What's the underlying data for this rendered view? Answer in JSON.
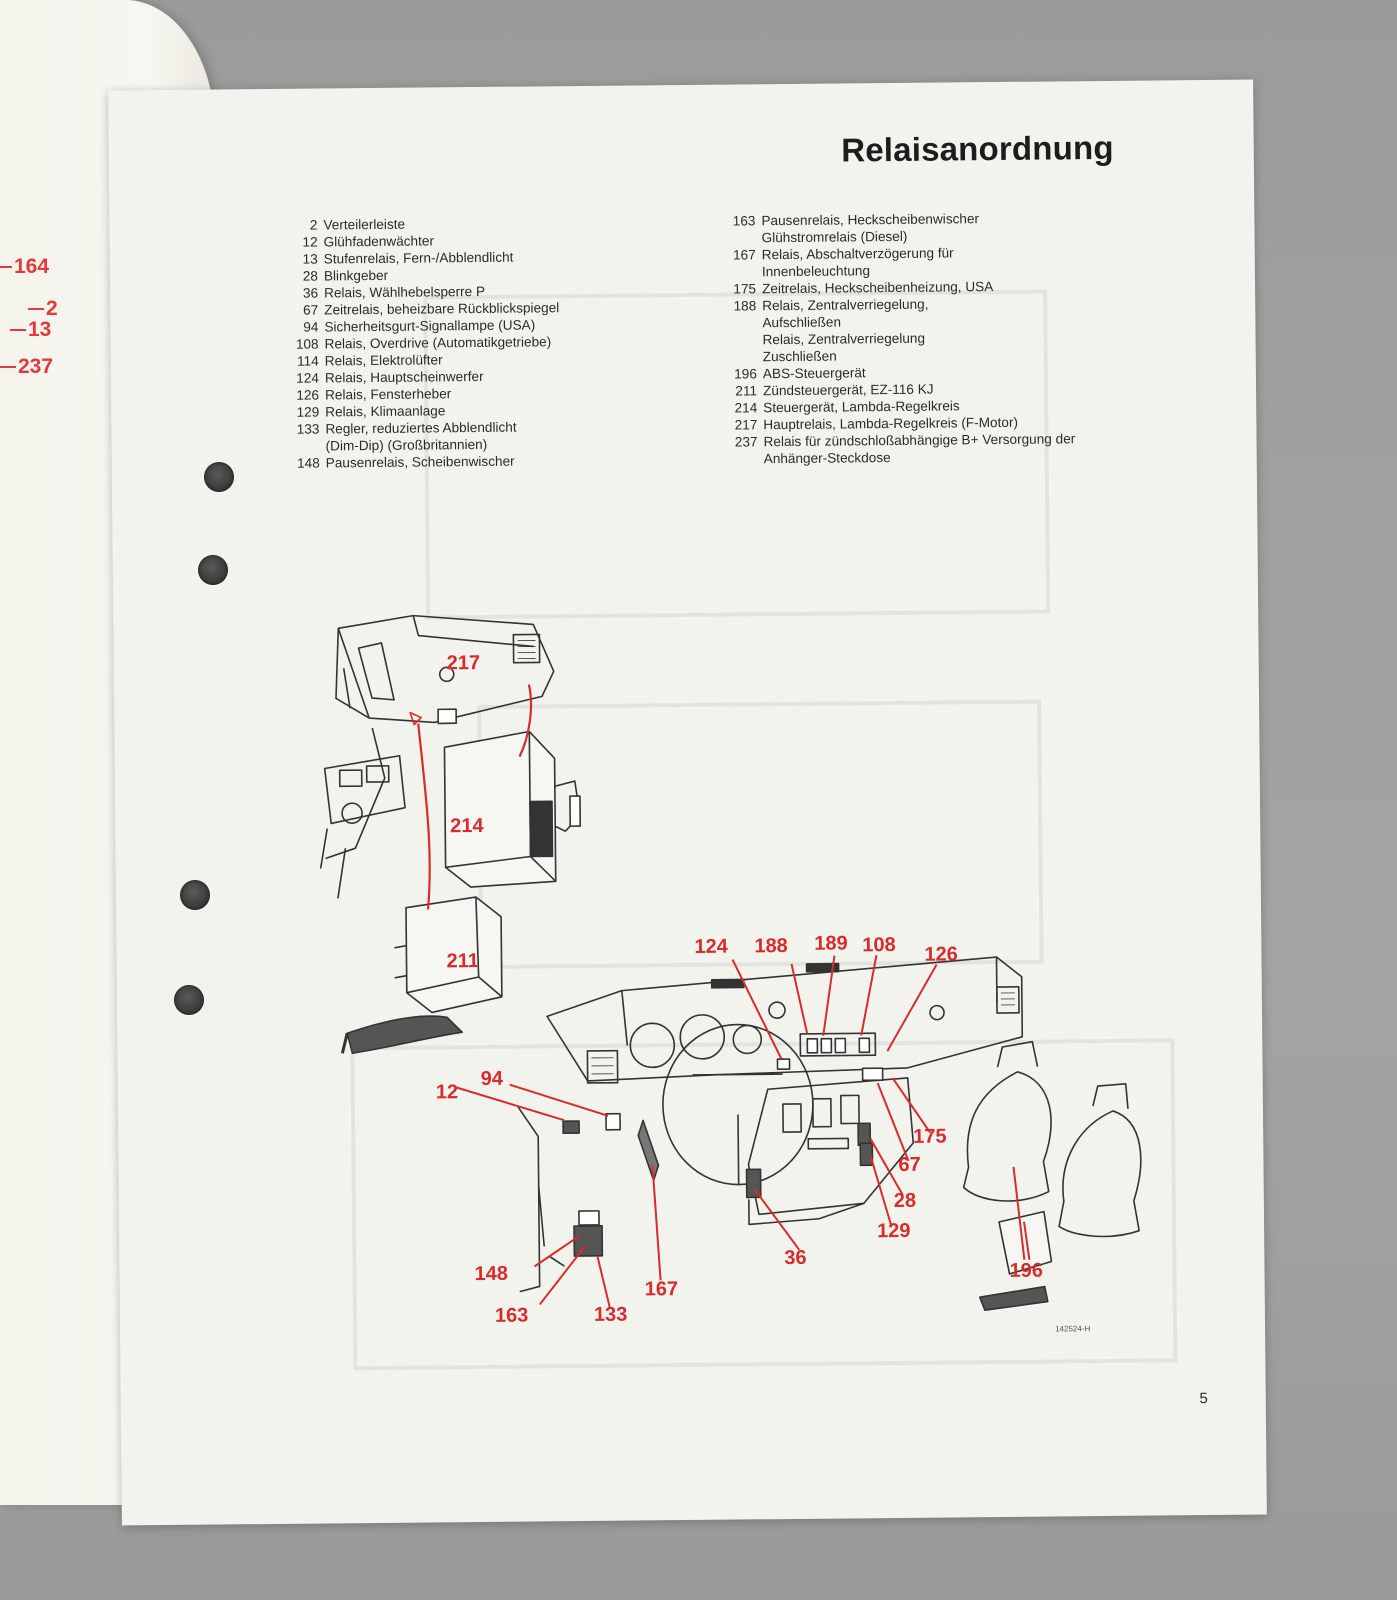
{
  "title": "Relaisanordnung",
  "legend_left": [
    {
      "num": "2",
      "text": "Verteilerleiste"
    },
    {
      "num": "12",
      "text": "Glühfadenwächter"
    },
    {
      "num": "13",
      "text": "Stufenrelais, Fern-/Abblendlicht"
    },
    {
      "num": "28",
      "text": "Blinkgeber"
    },
    {
      "num": "36",
      "text": "Relais, Wählhebelsperre P"
    },
    {
      "num": "67",
      "text": "Zeitrelais, beheizbare Rückblickspiegel"
    },
    {
      "num": "94",
      "text": "Sicherheitsgurt-Signallampe (USA)"
    },
    {
      "num": "108",
      "text": "Relais, Overdrive (Automatikgetriebe)"
    },
    {
      "num": "114",
      "text": "Relais, Elektrolüfter"
    },
    {
      "num": "124",
      "text": "Relais, Hauptscheinwerfer"
    },
    {
      "num": "126",
      "text": "Relais, Fensterheber"
    },
    {
      "num": "129",
      "text": "Relais, Klimaanlage"
    },
    {
      "num": "133",
      "text": "Regler, reduziertes Abblendlicht"
    },
    {
      "num": "",
      "text": "(Dim-Dip) (Großbritannien)"
    },
    {
      "num": "148",
      "text": "Pausenrelais, Scheibenwischer"
    }
  ],
  "legend_right": [
    {
      "num": "163",
      "text": "Pausenrelais, Heckscheibenwischer"
    },
    {
      "num": "",
      "text": "Glühstromrelais (Diesel)"
    },
    {
      "num": "167",
      "text": "Relais, Abschaltverzögerung für"
    },
    {
      "num": "",
      "text": "Innenbeleuchtung"
    },
    {
      "num": "175",
      "text": "Zeitrelais, Heckscheibenheizung, USA"
    },
    {
      "num": "188",
      "text": "Relais, Zentralverriegelung,"
    },
    {
      "num": "",
      "text": "Aufschließen"
    },
    {
      "num": "",
      "text": "Relais, Zentralverriegelung"
    },
    {
      "num": "",
      "text": "Zuschließen"
    },
    {
      "num": "196",
      "text": "ABS-Steuergerät"
    },
    {
      "num": "211",
      "text": "Zündsteuergerät, EZ-116 KJ"
    },
    {
      "num": "214",
      "text": "Steuergerät, Lambda-Regelkreis"
    },
    {
      "num": "217",
      "text": "Hauptrelais, Lambda-Regelkreis (F-Motor)"
    },
    {
      "num": "237",
      "text": "Relais für zündschloßabhängige B+ Versorgung der"
    },
    {
      "num": "",
      "text": "Anhänger-Steckdose"
    }
  ],
  "left_page_callouts": [
    "164",
    "2",
    "13",
    "237"
  ],
  "diagram_callouts": {
    "c217": "217",
    "c214": "214",
    "c211": "211",
    "c124": "124",
    "c188": "188",
    "c189": "189",
    "c108": "108",
    "c126": "126",
    "c12": "12",
    "c94": "94",
    "c175": "175",
    "c67": "67",
    "c28": "28",
    "c129": "129",
    "c36": "36",
    "c148": "148",
    "c163": "163",
    "c133": "133",
    "c167": "167",
    "c196": "196"
  },
  "ref_code": "142524-H",
  "page_number": "5",
  "colors": {
    "callout_red": "#d92b2b",
    "paper": "#f3f3ee",
    "ink": "#1d1d1d"
  }
}
